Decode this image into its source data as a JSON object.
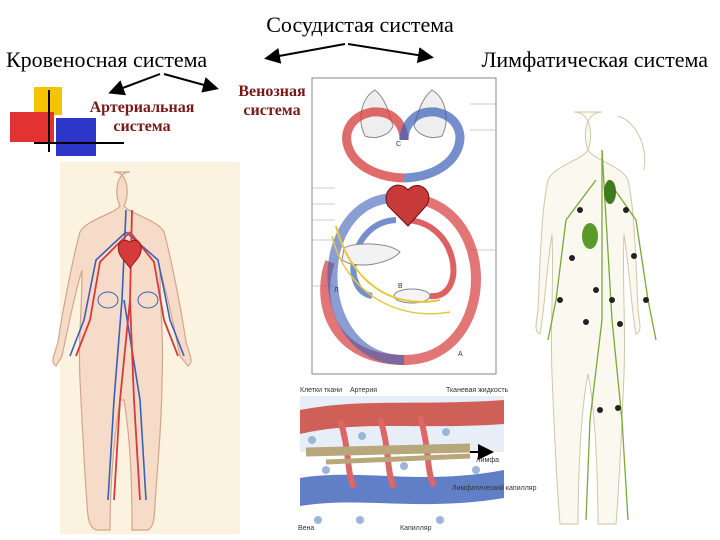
{
  "titles": {
    "main": "Сосудистая система",
    "circulatory": "Кровеносная система",
    "lymphatic": "Лимфатическая система",
    "venous_line1": "Венозная",
    "venous_line2": "система",
    "arterial_line1": "Артериальная",
    "arterial_line2": "система"
  },
  "diagram_labels": {
    "c": "С",
    "l": "Л",
    "v": "В",
    "a": "А"
  },
  "micro_labels": {
    "tissue": "Клетки ткани",
    "artery": "Артерия",
    "fluid": "Тканевая жидкость",
    "lymph": "Лимфа",
    "lymph_cap": "Лимфатический капилляр",
    "vein": "Вена",
    "capillary": "Капилляр"
  },
  "colors": {
    "artery": "#d63a3a",
    "vein": "#3a5fb8",
    "lymph": "#6b9a2a",
    "arrow": "#000000",
    "deco_yellow": "#f5c400",
    "deco_red": "#e23232",
    "deco_blue": "#2d36c9"
  }
}
